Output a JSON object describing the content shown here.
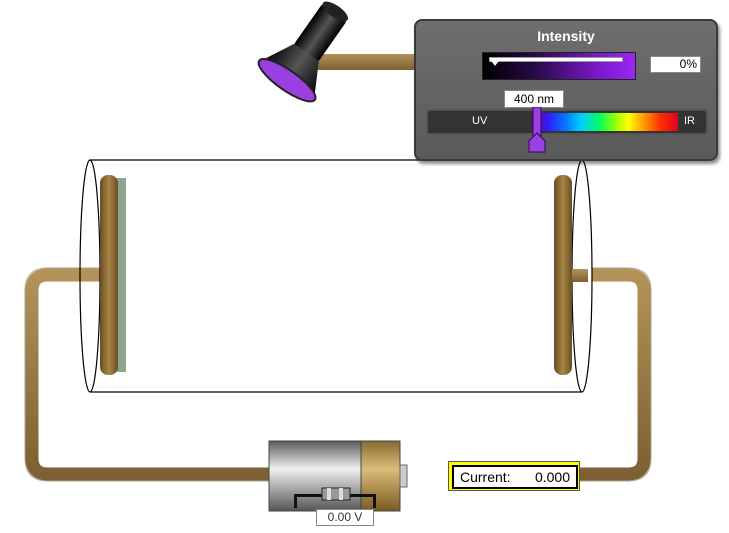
{
  "control_panel": {
    "title": "Intensity",
    "intensity_value": "0%",
    "intensity_fraction": 0.0,
    "wavelength_value": "400 nm",
    "spectrum_left_label": "UV",
    "spectrum_right_label": "IR"
  },
  "circuit": {
    "current_label": "Current:",
    "current_value": "0.000",
    "voltage_value": "0.00 V"
  },
  "colors": {
    "wire": "#9a7a45",
    "light_beam": "#9a40e0",
    "meter_background": "#ffff00",
    "panel": "#636363"
  },
  "icons": [
    "lamp-icon",
    "cursor-icon",
    "battery-icon",
    "slider-thumb-icon"
  ]
}
